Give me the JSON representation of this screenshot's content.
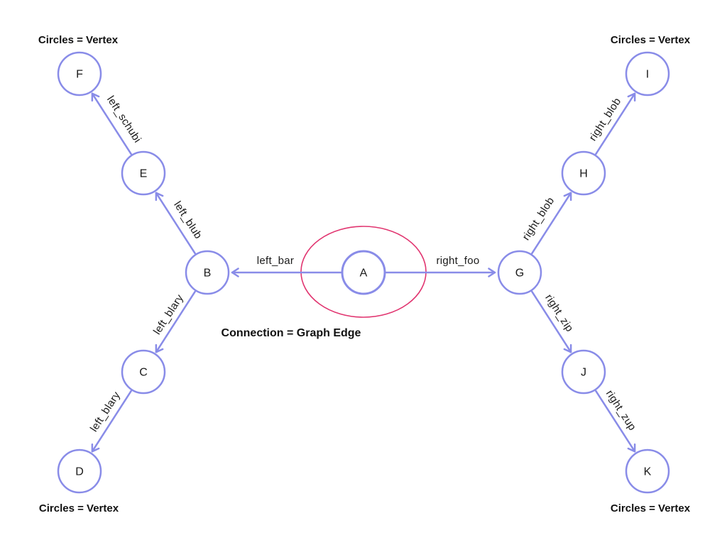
{
  "diagram": {
    "colors": {
      "node_stroke": "#898ce8",
      "edge_stroke": "#898ce8",
      "highlight_ellipse": "#e13570",
      "text": "#1a1a1a"
    },
    "nodes": [
      {
        "id": "A",
        "label": "A"
      },
      {
        "id": "B",
        "label": "B"
      },
      {
        "id": "C",
        "label": "C"
      },
      {
        "id": "D",
        "label": "D"
      },
      {
        "id": "E",
        "label": "E"
      },
      {
        "id": "F",
        "label": "F"
      },
      {
        "id": "G",
        "label": "G"
      },
      {
        "id": "H",
        "label": "H"
      },
      {
        "id": "I",
        "label": "I"
      },
      {
        "id": "J",
        "label": "J"
      },
      {
        "id": "K",
        "label": "K"
      }
    ],
    "edges": [
      {
        "from": "A",
        "to": "B",
        "label": "left_bar"
      },
      {
        "from": "A",
        "to": "G",
        "label": "right_foo"
      },
      {
        "from": "B",
        "to": "E",
        "label": "left_blub"
      },
      {
        "from": "E",
        "to": "F",
        "label": "left_schubi"
      },
      {
        "from": "B",
        "to": "C",
        "label": "left_blary"
      },
      {
        "from": "C",
        "to": "D",
        "label": "left_blary"
      },
      {
        "from": "G",
        "to": "H",
        "label": "right_blob"
      },
      {
        "from": "H",
        "to": "I",
        "label": "right_blob"
      },
      {
        "from": "G",
        "to": "J",
        "label": "right_zip"
      },
      {
        "from": "J",
        "to": "K",
        "label": "right_zup"
      }
    ],
    "annotations": {
      "top_left": "Circles = Vertex",
      "top_right": "Circles = Vertex",
      "bottom_left": "Circles = Vertex",
      "bottom_right": "Circles = Vertex",
      "center": "Connection = Graph Edge"
    }
  }
}
